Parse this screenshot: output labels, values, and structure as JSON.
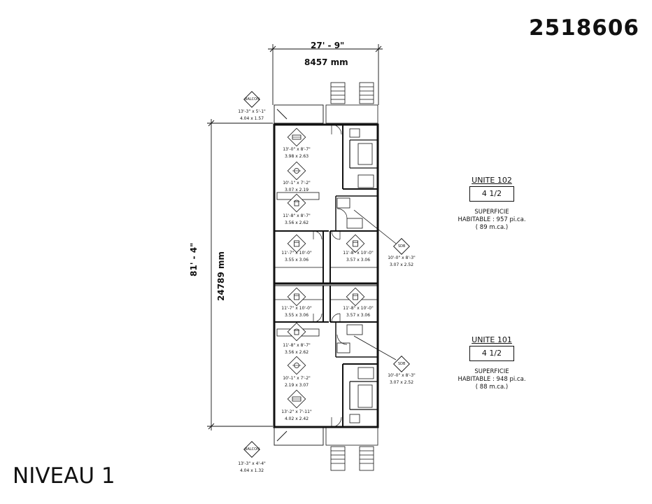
{
  "plan_number": "2518606",
  "level_title": "NIVEAU 1",
  "overall_width": {
    "imperial": "27' - 9\"",
    "metric": "8457 mm"
  },
  "overall_depth": {
    "imperial": "81' - 4\"",
    "metric": "24789 mm"
  },
  "units": [
    {
      "name": "UNITE 102",
      "type": "4 1/2",
      "area_label": "SUPERFICIE",
      "area_imperial": "HABITABLE : 957 pi.ca.",
      "area_metric": "( 89 m.ca.)"
    },
    {
      "name": "UNITE 101",
      "type": "4 1/2",
      "area_label": "SUPERFICIE",
      "area_imperial": "HABITABLE : 948 pi.ca.",
      "area_metric": "( 88 m.ca.)"
    }
  ],
  "rooms": [
    {
      "id": "balcon-top",
      "tag": "BALCON",
      "imperial": "13'-3\" x 5'-1\"",
      "metric": "4.04 x 1.57"
    },
    {
      "id": "living-102",
      "imperial": "13'-0\" x 8'-7\"",
      "metric": "3.98 x 2.63"
    },
    {
      "id": "dining-102",
      "imperial": "10'-1\" x 7'-2\"",
      "metric": "3.07 x 2.19"
    },
    {
      "id": "kitchen-102",
      "imperial": "11'-8\" x 8'-7\"",
      "metric": "3.56 x 2.62"
    },
    {
      "id": "bedroom-102-left",
      "imperial": "11'-7\" x 10'-0\"",
      "metric": "3.55 x 3.06"
    },
    {
      "id": "bedroom-102-right",
      "imperial": "11'-8\" x 10'-0\"",
      "metric": "3.57 x 3.06"
    },
    {
      "id": "sdb-102",
      "tag": "SDB",
      "imperial": "10'-0\" x 8'-3\"",
      "metric": "3.07 x 2.52"
    },
    {
      "id": "bedroom-101-left",
      "imperial": "11'-7\" x 10'-0\"",
      "metric": "3.55 x 3.06"
    },
    {
      "id": "bedroom-101-right",
      "imperial": "11'-8\" x 10'-0\"",
      "metric": "3.57 x 3.06"
    },
    {
      "id": "kitchen-101",
      "imperial": "11'-8\" x 8'-7\"",
      "metric": "3.56 x 2.62"
    },
    {
      "id": "dining-101",
      "imperial": "10'-1\" x 7'-2\"",
      "metric": "2.19 x 3.07"
    },
    {
      "id": "living-101",
      "imperial": "13'-2\" x 7'-11\"",
      "metric": "4.02 x 2.42"
    },
    {
      "id": "sdb-101",
      "tag": "SDB",
      "imperial": "10'-0\" x 8'-3\"",
      "metric": "3.07 x 2.52"
    },
    {
      "id": "balcon-bottom",
      "tag": "BALCON",
      "imperial": "13'-3\" x 4'-4\"",
      "metric": "4.04 x 1.32"
    }
  ]
}
